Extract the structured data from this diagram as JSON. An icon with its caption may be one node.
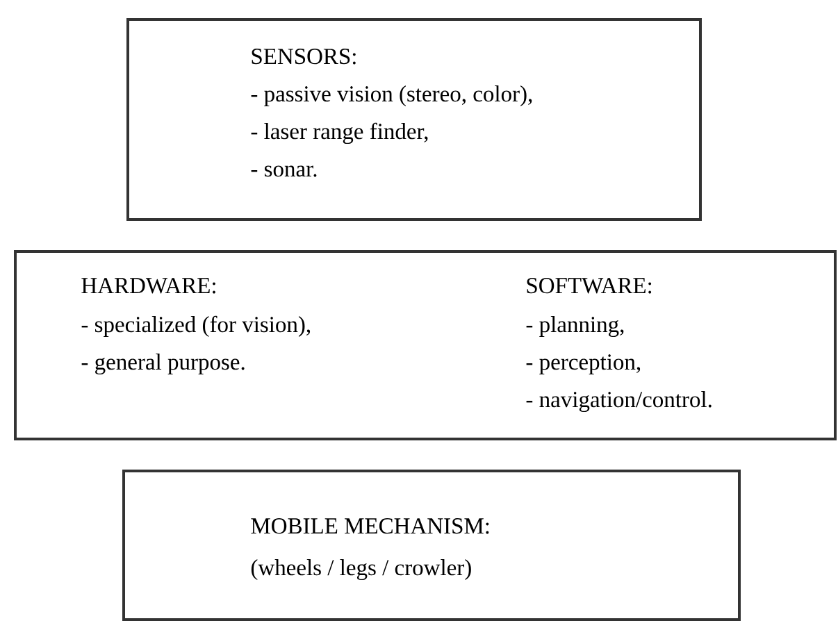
{
  "diagram": {
    "nodes": [
      {
        "text": [
          "SENSORS:",
          "- passive vision (stereo, color),",
          "- laser range finder,",
          "- sonar."
        ]
      },
      {
        "text": [
          "HARDWARE:",
          "- specialized (for vision),",
          "- general purpose.",
          "SOFTWARE:",
          "- planning,",
          "- perception,",
          "- navigation/control."
        ]
      },
      {
        "text": [
          "MOBILE MECHANISM:",
          "(wheels / legs / crowler)"
        ]
      }
    ]
  }
}
